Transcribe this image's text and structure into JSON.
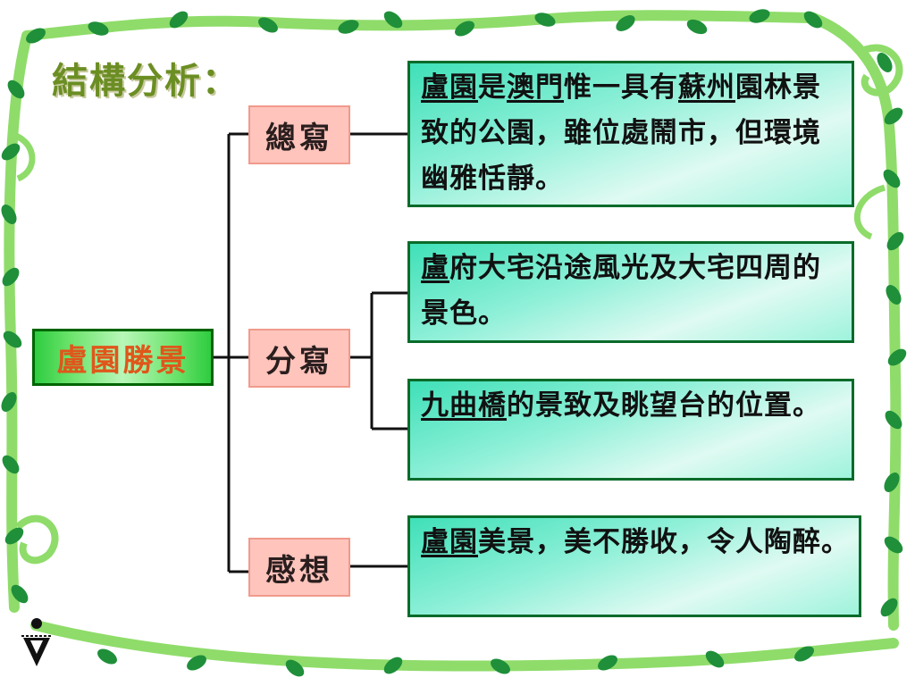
{
  "title": "結構分析：",
  "root": {
    "label": "盧園勝景"
  },
  "branches": [
    {
      "label": "總寫"
    },
    {
      "label": "分寫"
    },
    {
      "label": "感想"
    }
  ],
  "details": [
    {
      "segments": [
        {
          "text": "盧園",
          "underline": true
        },
        {
          "text": "是",
          "underline": false
        },
        {
          "text": "澳門",
          "underline": true
        },
        {
          "text": "惟一具有",
          "underline": false
        },
        {
          "text": "蘇州",
          "underline": true
        },
        {
          "text": "園林景致的公園，雖位處鬧市，但環境幽雅恬靜。",
          "underline": false
        }
      ]
    },
    {
      "segments": [
        {
          "text": "盧",
          "underline": true
        },
        {
          "text": "府大宅沿途風光及大宅四周的景色。",
          "underline": false
        }
      ]
    },
    {
      "segments": [
        {
          "text": "九曲橋",
          "underline": true
        },
        {
          "text": "的景致及眺望台的位置。",
          "underline": false
        }
      ]
    },
    {
      "segments": [
        {
          "text": "盧園",
          "underline": true
        },
        {
          "text": "美景，美不勝收，令人陶醉。",
          "underline": false
        }
      ]
    }
  ],
  "colors": {
    "vine": "#7ed957",
    "leaf_dark": "#1f8f3a",
    "root_text": "#e0561b",
    "title": "#6b8e23"
  },
  "icons": [
    "vine-border",
    "leaf-icon",
    "logo-icon"
  ]
}
